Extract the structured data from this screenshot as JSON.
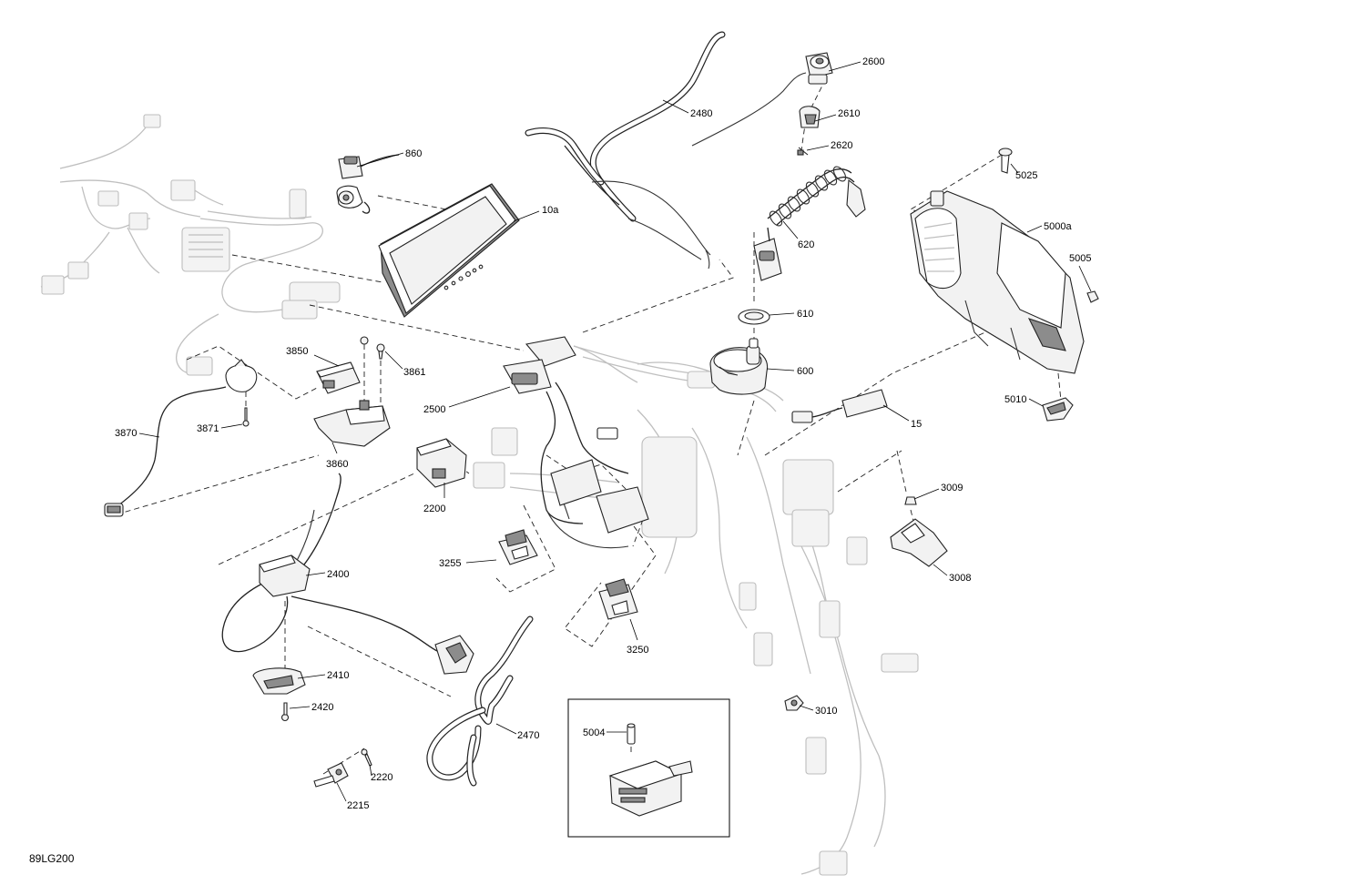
{
  "diagram": {
    "reference_code": "89LG200",
    "callouts": {
      "c860": "860",
      "c10a": "10a",
      "c2480": "2480",
      "c2600": "2600",
      "c2610": "2610",
      "c2620": "2620",
      "c620": "620",
      "c610": "610",
      "c600": "600",
      "c5025": "5025",
      "c5000a": "5000a",
      "c5005": "5005",
      "c5010": "5010",
      "c15": "15",
      "c3850": "3850",
      "c3861": "3861",
      "c3870": "3870",
      "c3871": "3871",
      "c3860": "3860",
      "c2500": "2500",
      "c2200": "2200",
      "c3255": "3255",
      "c3250": "3250",
      "c2400": "2400",
      "c2410": "2410",
      "c2420": "2420",
      "c2470": "2470",
      "c2220": "2220",
      "c2215": "2215",
      "c5004": "5004",
      "c3009": "3009",
      "c3008": "3008",
      "c3010": "3010"
    }
  }
}
